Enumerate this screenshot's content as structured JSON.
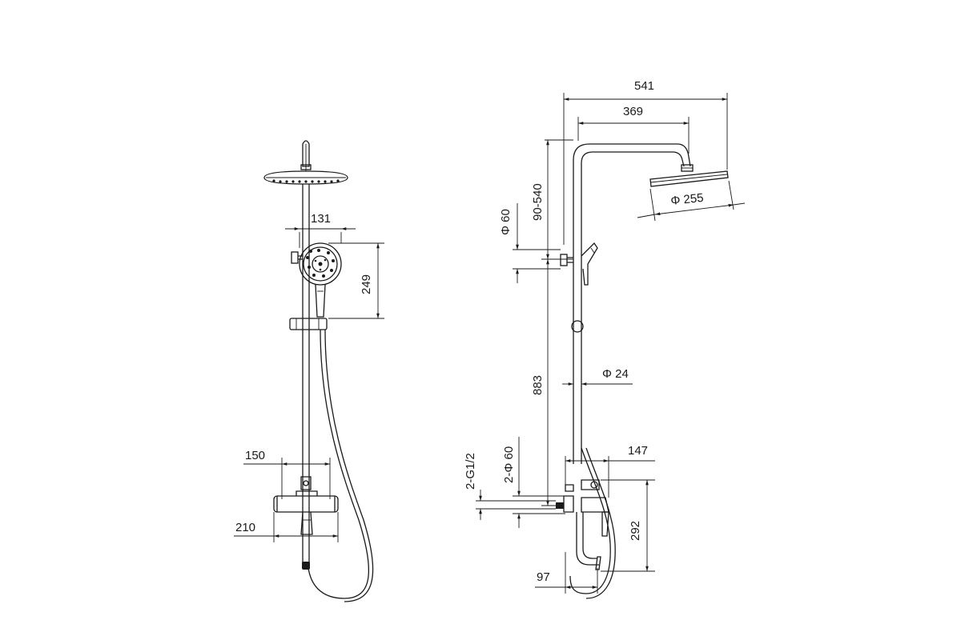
{
  "drawing": {
    "front_view": {
      "dimensions": {
        "handshower_width": "131",
        "handshower_height": "249",
        "mixer_centers": "150",
        "mixer_width": "210"
      }
    },
    "side_view": {
      "dimensions": {
        "total_projection": "541",
        "arm_projection": "369",
        "head_diameter": "Φ 255",
        "height_adjust": "90-540",
        "flange_diameter": "Φ 60",
        "riser_height": "883",
        "pipe_diameter": "Φ 24",
        "connection_thread": "2-G1/2",
        "escutcheon_diameter": "2-Φ 60",
        "mixer_projection": "147",
        "spout_height": "292",
        "spout_offset": "97"
      }
    }
  }
}
